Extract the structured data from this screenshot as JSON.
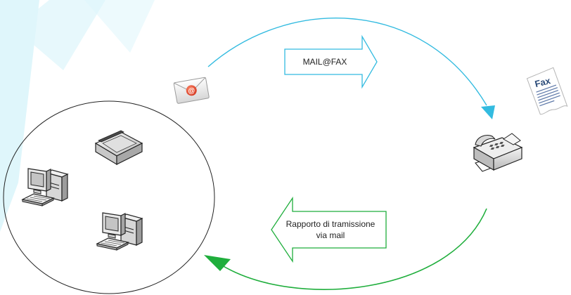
{
  "colors": {
    "outgoing": "#33bbe0",
    "incoming": "#1fae3c",
    "watermark": "#dff6fb",
    "outline": "#222222"
  },
  "labels": {
    "outgoing_arrow": "MAIL@FAX",
    "incoming_arrow_line1": "Rapporto di tramissione",
    "incoming_arrow_line2": "via mail"
  },
  "icons": {
    "envelope": {
      "name": "email-envelope-icon",
      "symbol": "@"
    },
    "fax_sheet": {
      "name": "fax-document-icon",
      "title": "Fax"
    },
    "fax_machine": {
      "name": "fax-machine-icon"
    },
    "scanner": {
      "name": "scanner-icon"
    },
    "workstations": [
      "desktop-computer-icon",
      "desktop-computer-icon"
    ]
  }
}
